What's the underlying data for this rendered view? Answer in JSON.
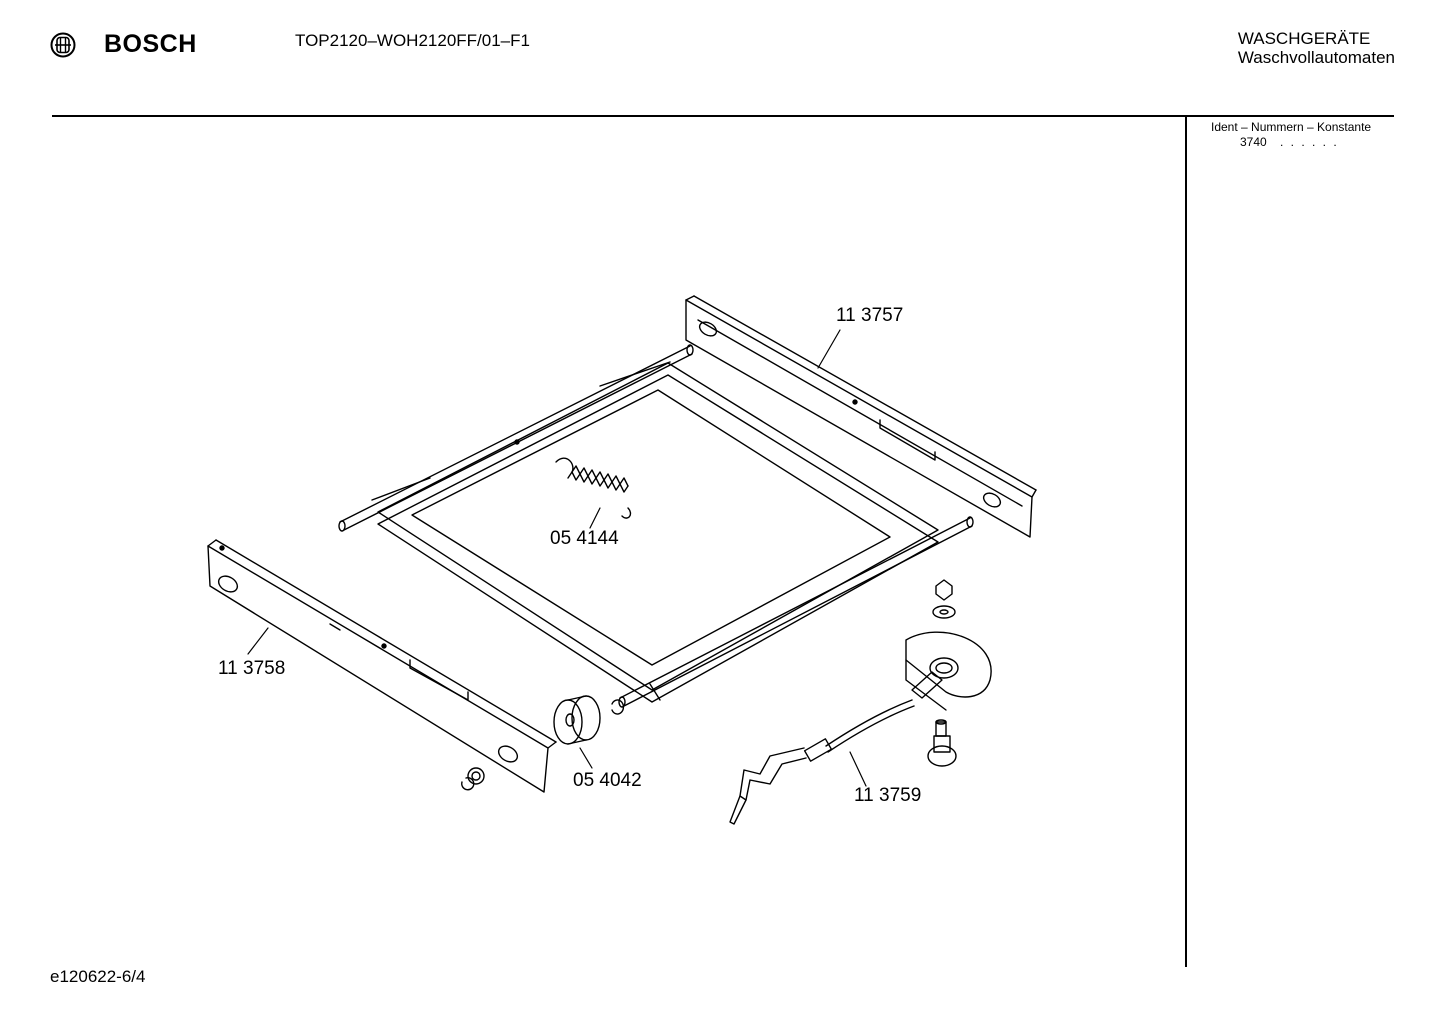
{
  "header": {
    "brand": "BOSCH",
    "model": "TOP2120–WOH2120FF/01–F1",
    "category_line1": "WASCHGERÄTE",
    "category_line2": "Waschvollautomaten"
  },
  "ident": {
    "title": "Ident – Nummern – Konstante",
    "value": "3740",
    "dots": ". . . . . ."
  },
  "parts": [
    {
      "number": "11 3757"
    },
    {
      "number": "05 4144"
    },
    {
      "number": "11 3758"
    },
    {
      "number": "05 4042"
    },
    {
      "number": "11 3759"
    }
  ],
  "footer": {
    "code": "e120622-6/4"
  }
}
